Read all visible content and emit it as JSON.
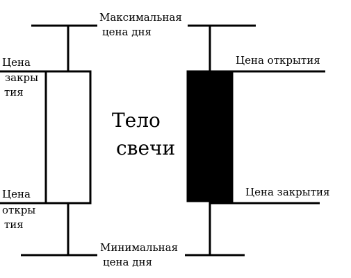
{
  "diagram": {
    "max_price_line1": "Максимальная",
    "max_price_line2": "цена дня",
    "min_price_line1": "Минимальная",
    "min_price_line2": "цена дня",
    "body_line1": "Тело",
    "body_line2": "свечи",
    "white_candle": {
      "top_line1": "Цена",
      "top_line2": "закры",
      "top_line3": "тия",
      "bottom_line1": "Цена",
      "bottom_line2": "откры",
      "bottom_line3": "тия"
    },
    "black_candle": {
      "open_label": "Цена открытия",
      "close_label": "Цена закрытия"
    },
    "colors": {
      "stroke": "#000000",
      "black_body": "#000000",
      "white_body": "#ffffff"
    }
  }
}
